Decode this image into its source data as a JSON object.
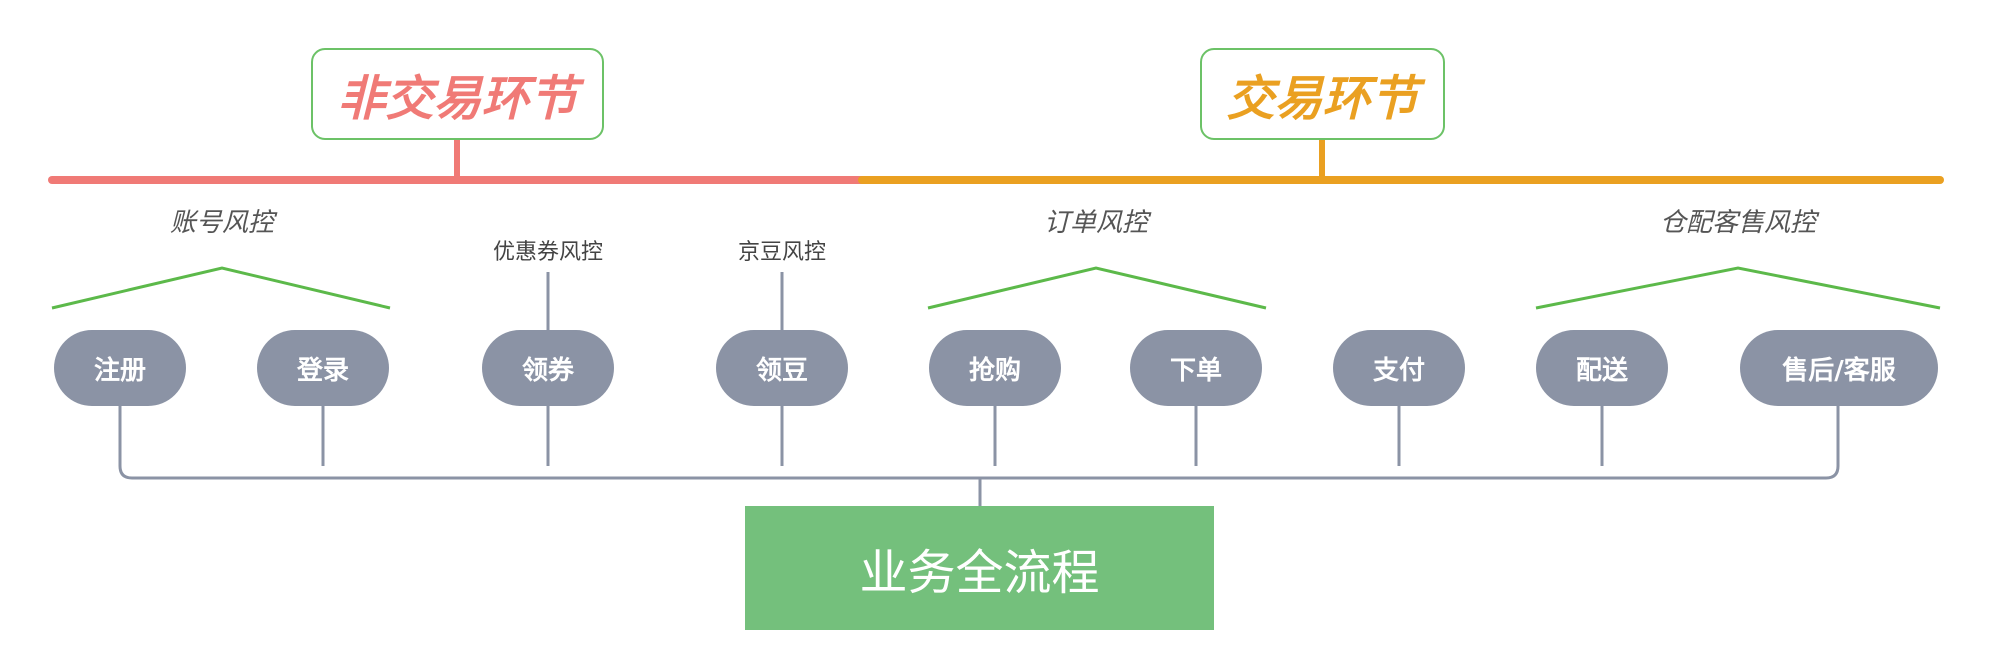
{
  "sections": {
    "non_trade": {
      "title": "非交易环节",
      "color": "#f07a76"
    },
    "trade": {
      "title": "交易环节",
      "color": "#eaa021"
    }
  },
  "labels": {
    "account_risk": "账号风控",
    "coupon_risk": "优惠券风控",
    "bean_risk": "京豆风控",
    "order_risk": "订单风控",
    "fulfillment_risk": "仓配客售风控"
  },
  "nodes": {
    "register": "注册",
    "login": "登录",
    "claim_coupon": "领券",
    "claim_bean": "领豆",
    "flash_buy": "抢购",
    "place_order": "下单",
    "pay": "支付",
    "delivery": "配送",
    "after_sales": "售后/客服"
  },
  "main": {
    "title": "业务全流程",
    "color": "#74c07c"
  },
  "colors": {
    "node": "#8b93a5",
    "connector": "#8b93a5",
    "bracket": "#5cb94a",
    "frame": "#6cc267"
  }
}
